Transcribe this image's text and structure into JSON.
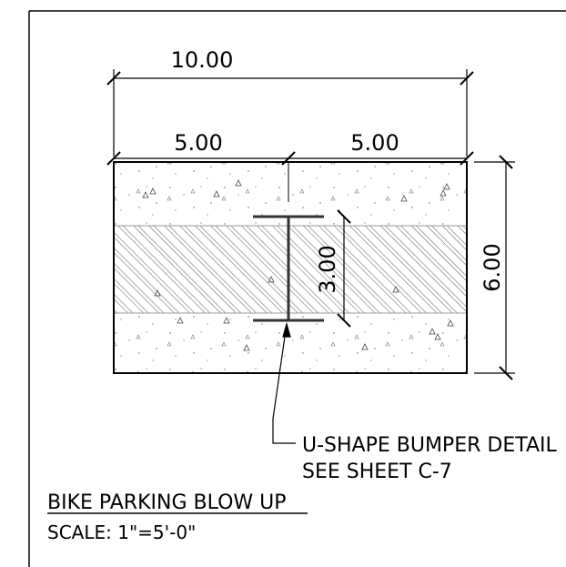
{
  "dimensions": {
    "overall_width": "10.00",
    "left_half": "5.00",
    "right_half": "5.00",
    "overall_height": "6.00",
    "bumper_length": "3.00"
  },
  "callout": {
    "line1": "U-SHAPE BUMPER DETAIL",
    "line2": "SEE SHEET C-7"
  },
  "title": {
    "heading": "BIKE PARKING BLOW UP",
    "scale": "SCALE: 1\"=5'-0\""
  }
}
